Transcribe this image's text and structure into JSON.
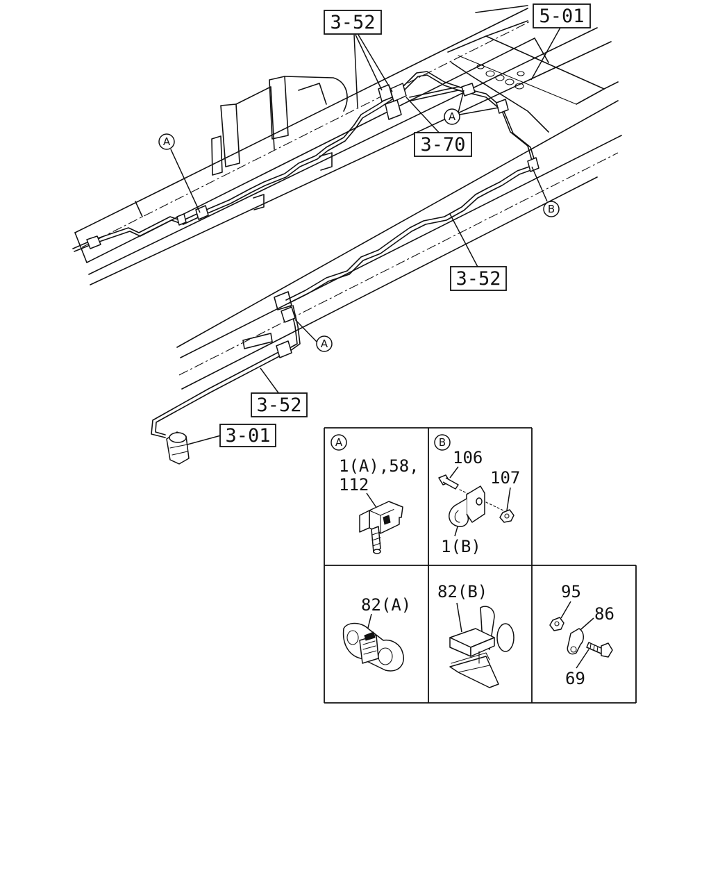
{
  "refs": {
    "r352_top": "3-52",
    "r501": "5-01",
    "r370": "3-70",
    "r352_mid": "3-52",
    "r352_low": "3-52",
    "r301": "3-01"
  },
  "callouts": {
    "a_left": "A",
    "a_top": "A",
    "b_right": "B",
    "a_low": "A"
  },
  "details": {
    "panel_a": {
      "marker": "A",
      "line1": "1(A),58,",
      "line2": "112"
    },
    "panel_b": {
      "marker": "B",
      "part_106": "106",
      "part_107": "107",
      "part_1b": "1(B)"
    },
    "panel_82a": {
      "label": "82(A)"
    },
    "panel_82b": {
      "label": "82(B)"
    },
    "panel_hw": {
      "part_95": "95",
      "part_86": "86",
      "part_69": "69"
    }
  }
}
